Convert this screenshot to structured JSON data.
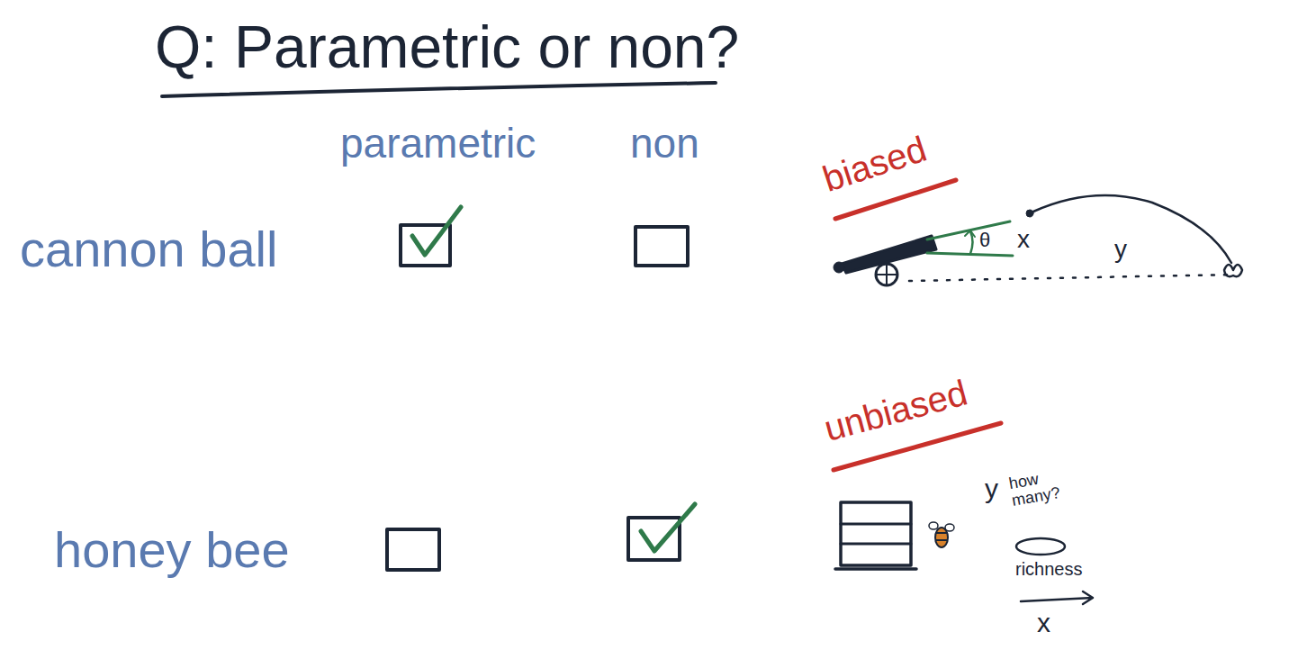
{
  "diagram": {
    "title": "Q: Parametric or non?",
    "labels": [
      "parametric",
      "non",
      "cannon ball",
      "biased",
      "θ",
      "x",
      "y",
      "honey bee",
      "unbiased",
      "y",
      "how many?",
      "richness",
      "x"
    ]
  }
}
